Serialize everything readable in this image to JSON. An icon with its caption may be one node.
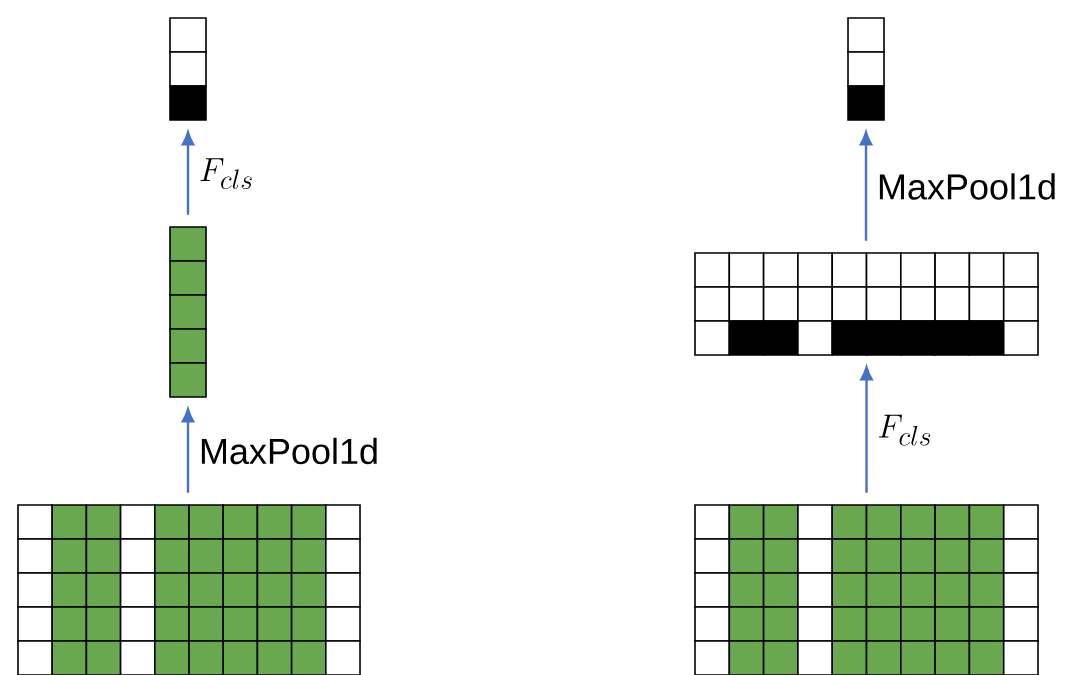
{
  "diagram": {
    "nodes": [
      {
        "text": [],
        "shape": "grid"
      },
      {
        "text": [],
        "shape": "grid"
      },
      {
        "text": [],
        "shape": "grid"
      },
      {
        "text": [],
        "shape": "grid"
      },
      {
        "text": [],
        "shape": "grid"
      },
      {
        "text": [],
        "shape": "grid"
      }
    ],
    "edges": [
      {
        "from": 0,
        "to": 1,
        "arrow": "to",
        "label": "MaxPool1d"
      },
      {
        "from": 1,
        "to": 2,
        "arrow": "to",
        "label": "F_{cls}"
      },
      {
        "from": 3,
        "to": 4,
        "arrow": "to",
        "label": "F_{cls}"
      },
      {
        "from": 4,
        "to": 5,
        "arrow": "to",
        "label": "MaxPool1d"
      }
    ]
  }
}
